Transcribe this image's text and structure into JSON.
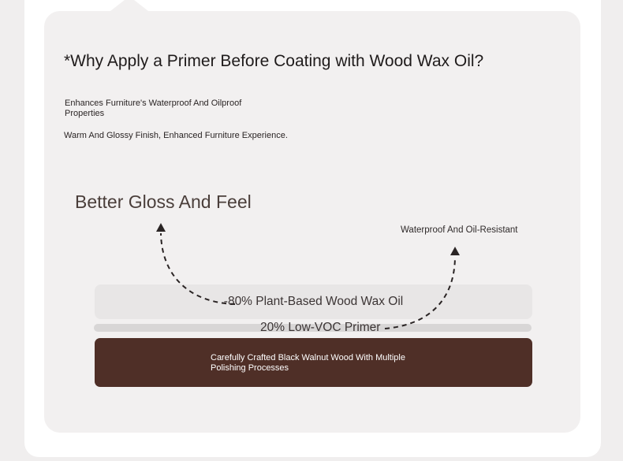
{
  "heading": {
    "title": "*Why Apply a Primer Before Coating with Wood Wax Oil?"
  },
  "features": {
    "waterproof_oilproof": "Enhances Furniture's Waterproof And Oilproof Properties",
    "finish": "Warm And Glossy Finish, Enhanced Furniture Experience."
  },
  "callouts": {
    "gloss": "Better Gloss And Feel",
    "resistant": "Waterproof And Oil-Resistant"
  },
  "layers": {
    "oil": "-80% Plant-Based Wood Wax Oil",
    "primer": "20% Low-VOC Primer",
    "wood": "Carefully Crafted Black Walnut Wood With Multiple Polishing Processes"
  },
  "colors": {
    "page_background": "#f0eeee",
    "panel_background": "#f2f0f0",
    "oil_layer": "#e8e6e6",
    "primer_layer": "#d8d6d6",
    "wood_layer": "#4f2f27"
  },
  "icons": {
    "left_arrow": "curved-dashed-arrow-up-left-icon",
    "right_arrow": "curved-dashed-arrow-up-right-icon"
  }
}
